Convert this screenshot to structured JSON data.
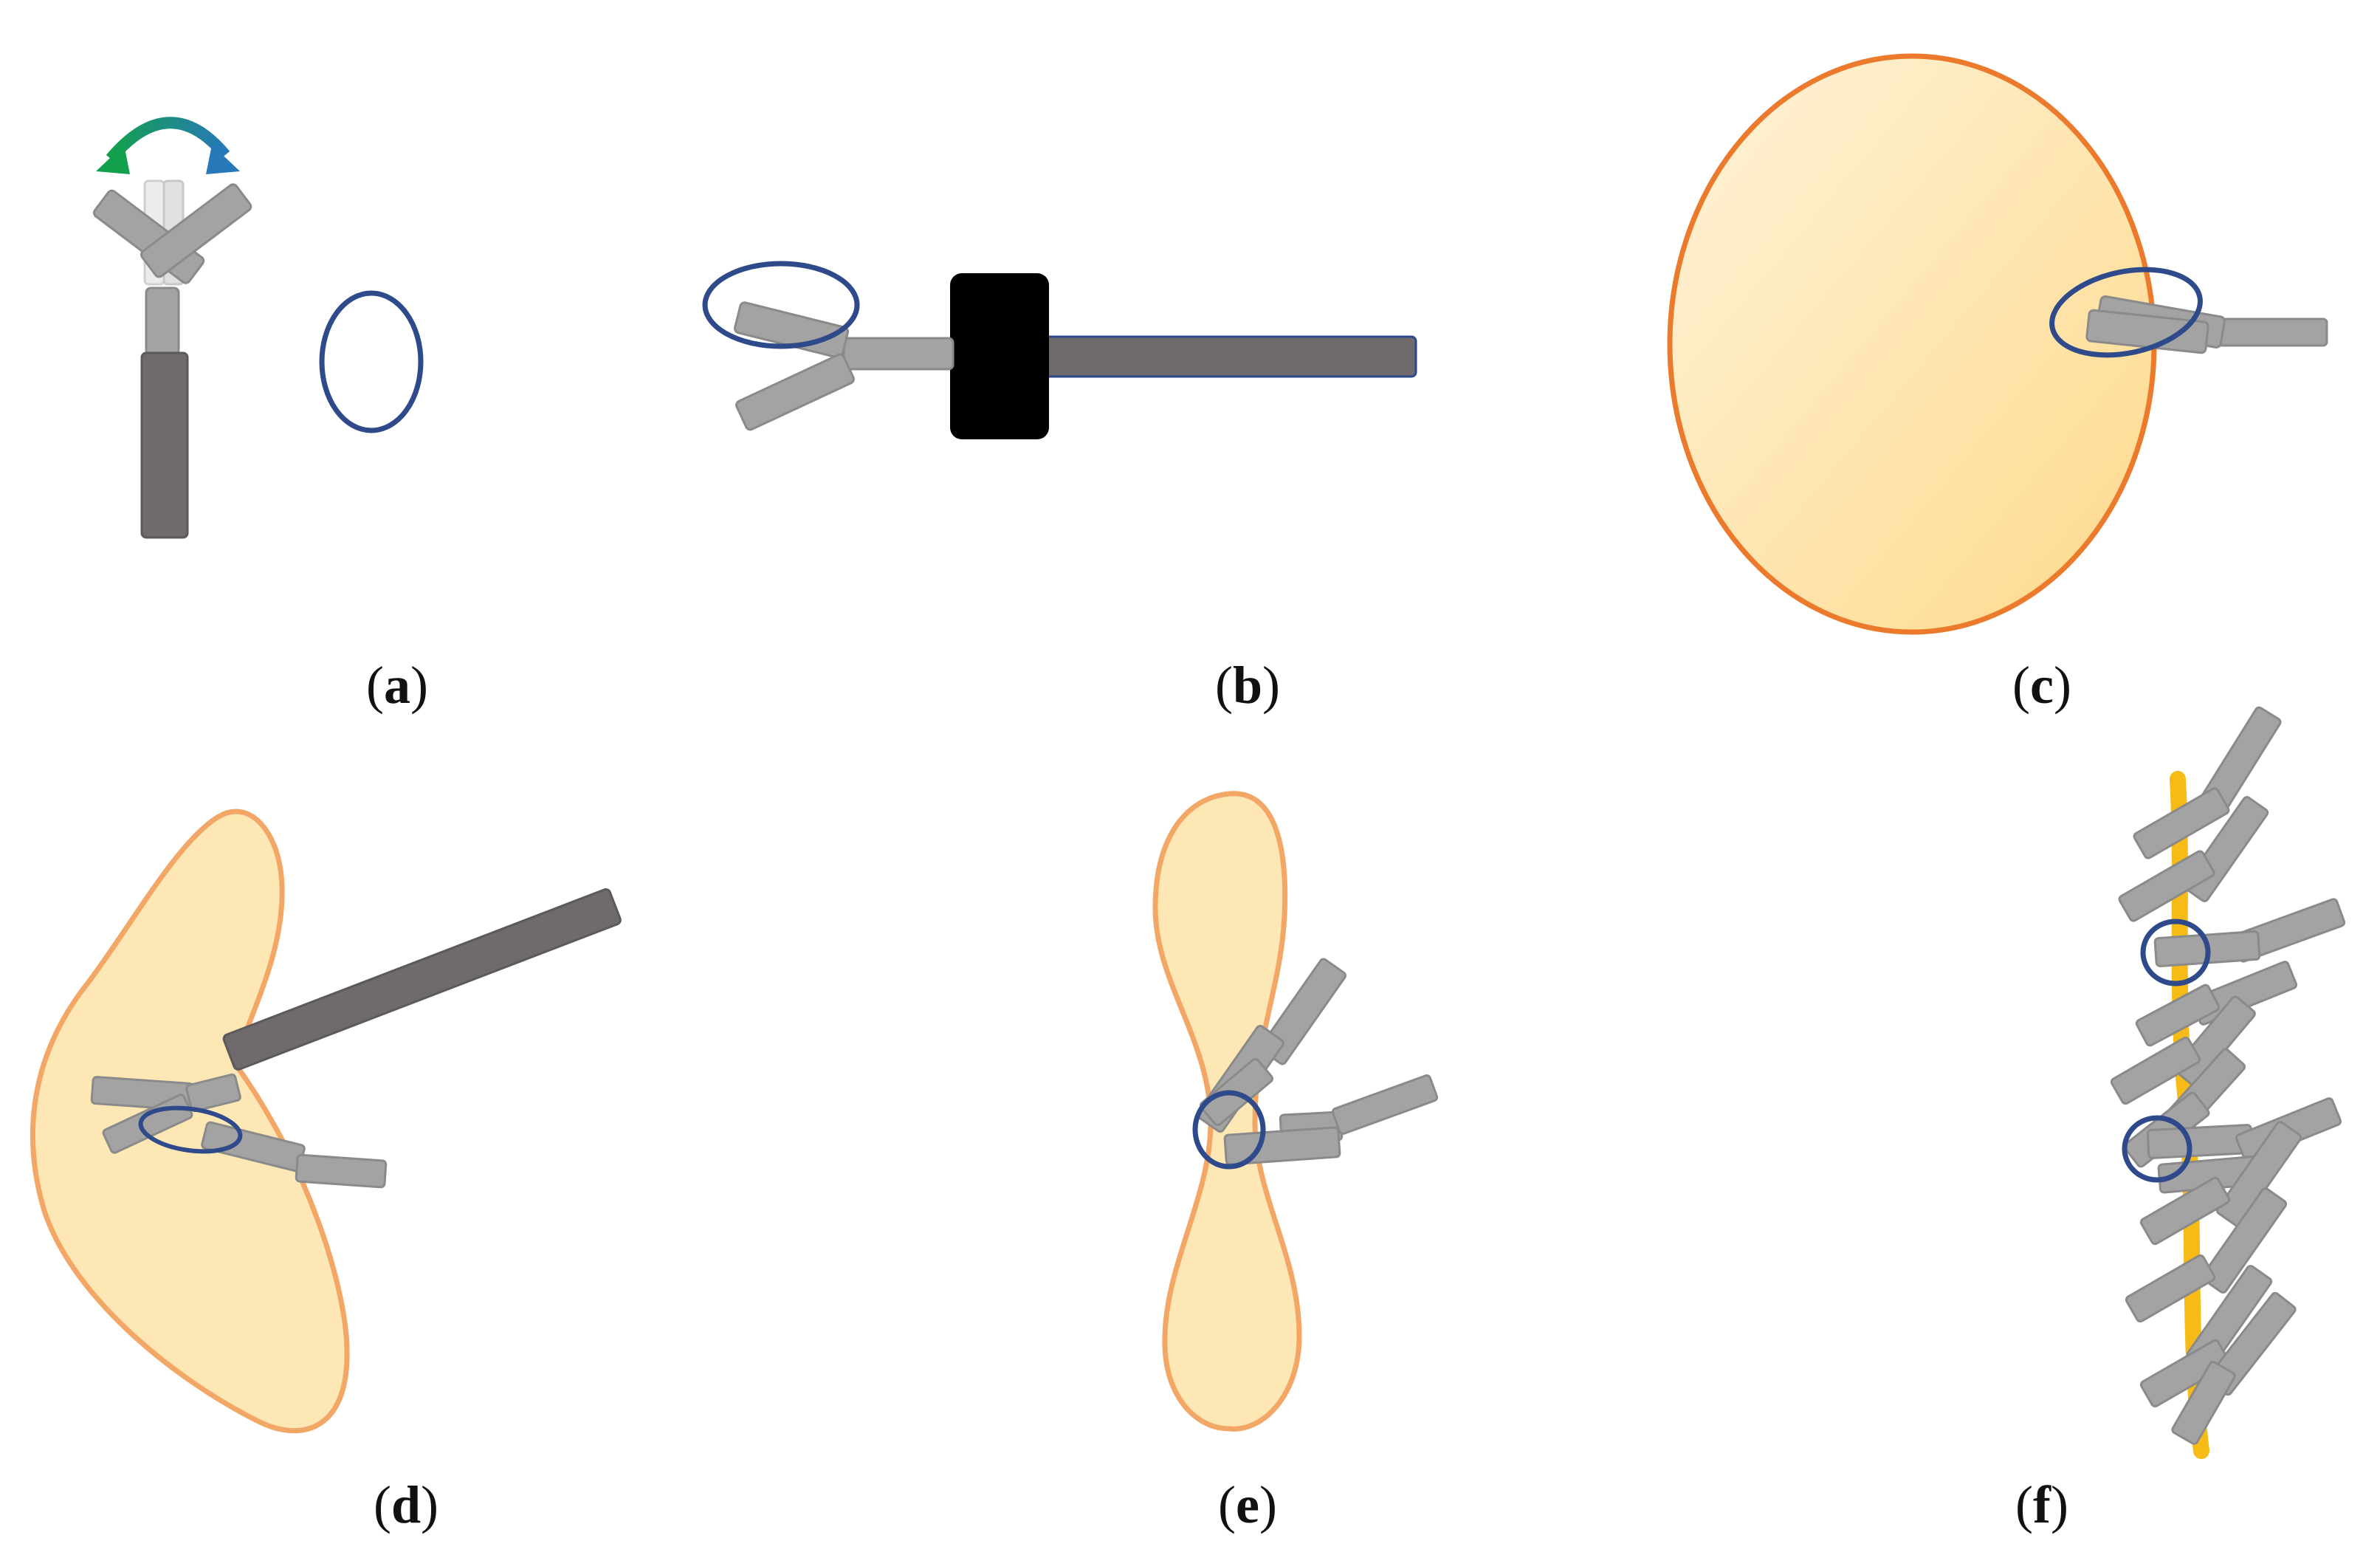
{
  "panels": [
    {
      "letter": "a",
      "open": "(",
      "close": ")"
    },
    {
      "letter": "b",
      "open": "(",
      "close": ")"
    },
    {
      "letter": "c",
      "open": "(",
      "close": ")"
    },
    {
      "letter": "d",
      "open": "(",
      "close": ")"
    },
    {
      "letter": "e",
      "open": "(",
      "close": ")"
    },
    {
      "letter": "f",
      "open": "(",
      "close": ")"
    }
  ],
  "colors": {
    "antibody_arm": "#a3a3a3",
    "antibody_arm_stroke": "#8a8a8a",
    "antibody_stem": "#6f6b6c",
    "antigen_ring": "#2e4a8a",
    "cell_fill": "#fde7b5",
    "cell_stroke_c": "#ec7a2c",
    "cell_stroke_d": "#f2a766",
    "filament": "#f6bb16",
    "rotation_arrow": "#1d9a56",
    "block": "#000000"
  },
  "icons": {
    "rotation": "curved-double-arrow-icon"
  }
}
